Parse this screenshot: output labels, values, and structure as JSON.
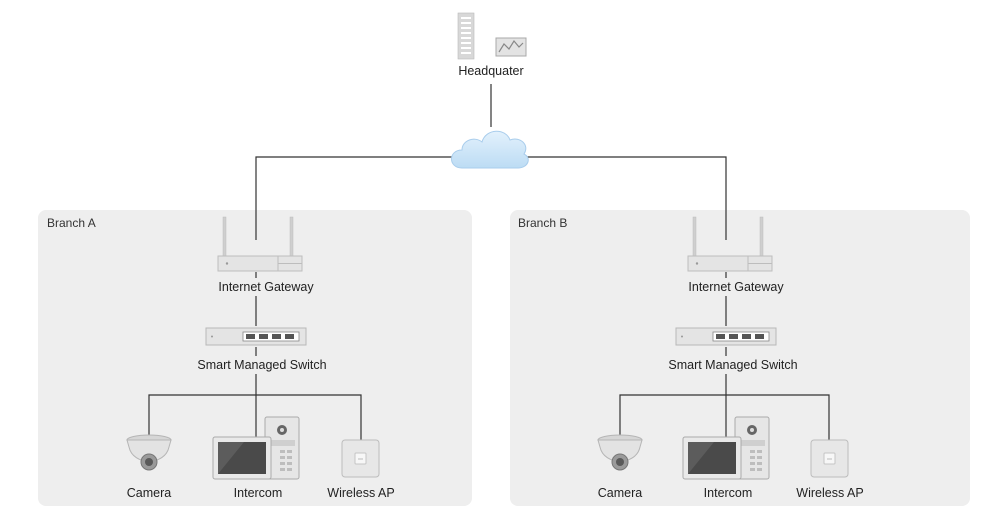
{
  "headquarters": {
    "label": "Headquater"
  },
  "branches": [
    {
      "name": "Branch A",
      "gateway": "Internet Gateway",
      "switch": "Smart Managed Switch",
      "devices": [
        "Camera",
        "Intercom",
        "Wireless AP"
      ]
    },
    {
      "name": "Branch B",
      "gateway": "Internet Gateway",
      "switch": "Smart Managed Switch",
      "devices": [
        "Camera",
        "Intercom",
        "Wireless AP"
      ]
    }
  ],
  "colors": {
    "branch_bg": "#eeeeee",
    "line": "#333333",
    "cloud": "#cfe6f8",
    "device": "#dcdcdc"
  }
}
